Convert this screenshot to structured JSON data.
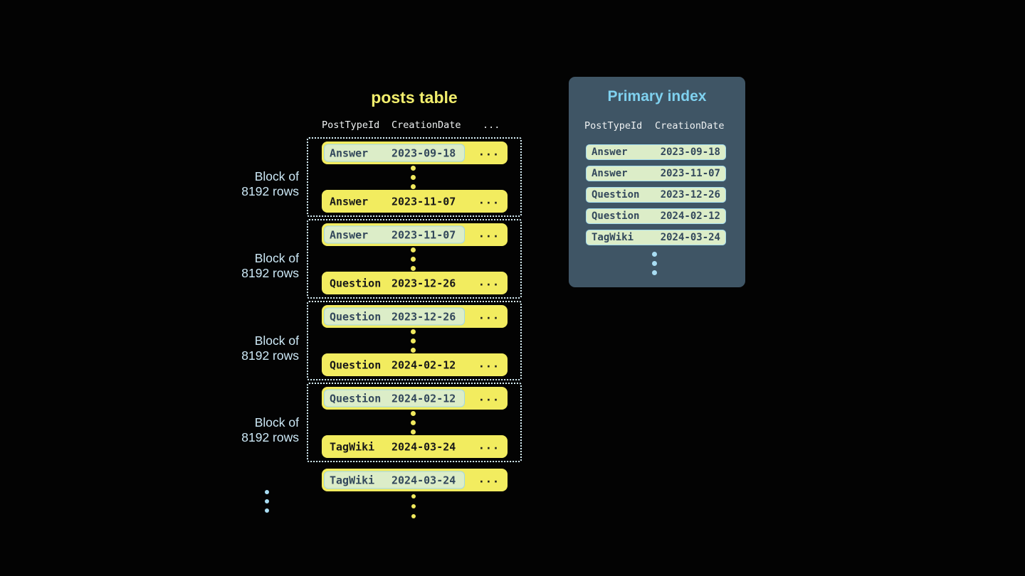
{
  "posts_table": {
    "title": "posts table",
    "headers": [
      "PostTypeId",
      "CreationDate",
      "..."
    ],
    "row_ellipsis": "...",
    "blocks": [
      {
        "label": {
          "line1": "Block of",
          "line2": "8192 rows"
        },
        "first_row": {
          "type": "Answer",
          "date": "2023-09-18"
        },
        "last_row": {
          "type": "Answer",
          "date": "2023-11-07"
        }
      },
      {
        "label": {
          "line1": "Block of",
          "line2": "8192 rows"
        },
        "first_row": {
          "type": "Answer",
          "date": "2023-11-07"
        },
        "last_row": {
          "type": "Question",
          "date": "2023-12-26"
        }
      },
      {
        "label": {
          "line1": "Block of",
          "line2": "8192 rows"
        },
        "first_row": {
          "type": "Question",
          "date": "2023-12-26"
        },
        "last_row": {
          "type": "Question",
          "date": "2024-02-12"
        }
      },
      {
        "label": {
          "line1": "Block of",
          "line2": "8192 rows"
        },
        "first_row": {
          "type": "Question",
          "date": "2024-02-12"
        },
        "last_row": {
          "type": "TagWiki",
          "date": "2024-03-24"
        }
      }
    ],
    "overflow_row": {
      "type": "TagWiki",
      "date": "2024-03-24"
    }
  },
  "primary_index": {
    "title": "Primary index",
    "headers": [
      "PostTypeId",
      "CreationDate"
    ],
    "rows": [
      {
        "type": "Answer",
        "date": "2023-09-18"
      },
      {
        "type": "Answer",
        "date": "2023-11-07"
      },
      {
        "type": "Question",
        "date": "2023-12-26"
      },
      {
        "type": "Question",
        "date": "2024-02-12"
      },
      {
        "type": "TagWiki",
        "date": "2024-03-24"
      }
    ]
  },
  "colors": {
    "background": "#030303",
    "row_yellow": "#f2ec5f",
    "title_yellow": "#f2ee6d",
    "highlight_green": "#dcedc8",
    "highlight_border_blue": "#a0d6e8",
    "highlight_text": "#33485c",
    "row_text_dark": "#191919",
    "panel_slate": "#3f5565",
    "panel_title_blue": "#7fd1ef",
    "label_blue": "#cde9f7",
    "dotted_border": "#d9f1f9",
    "header_white": "#eef1f2"
  }
}
